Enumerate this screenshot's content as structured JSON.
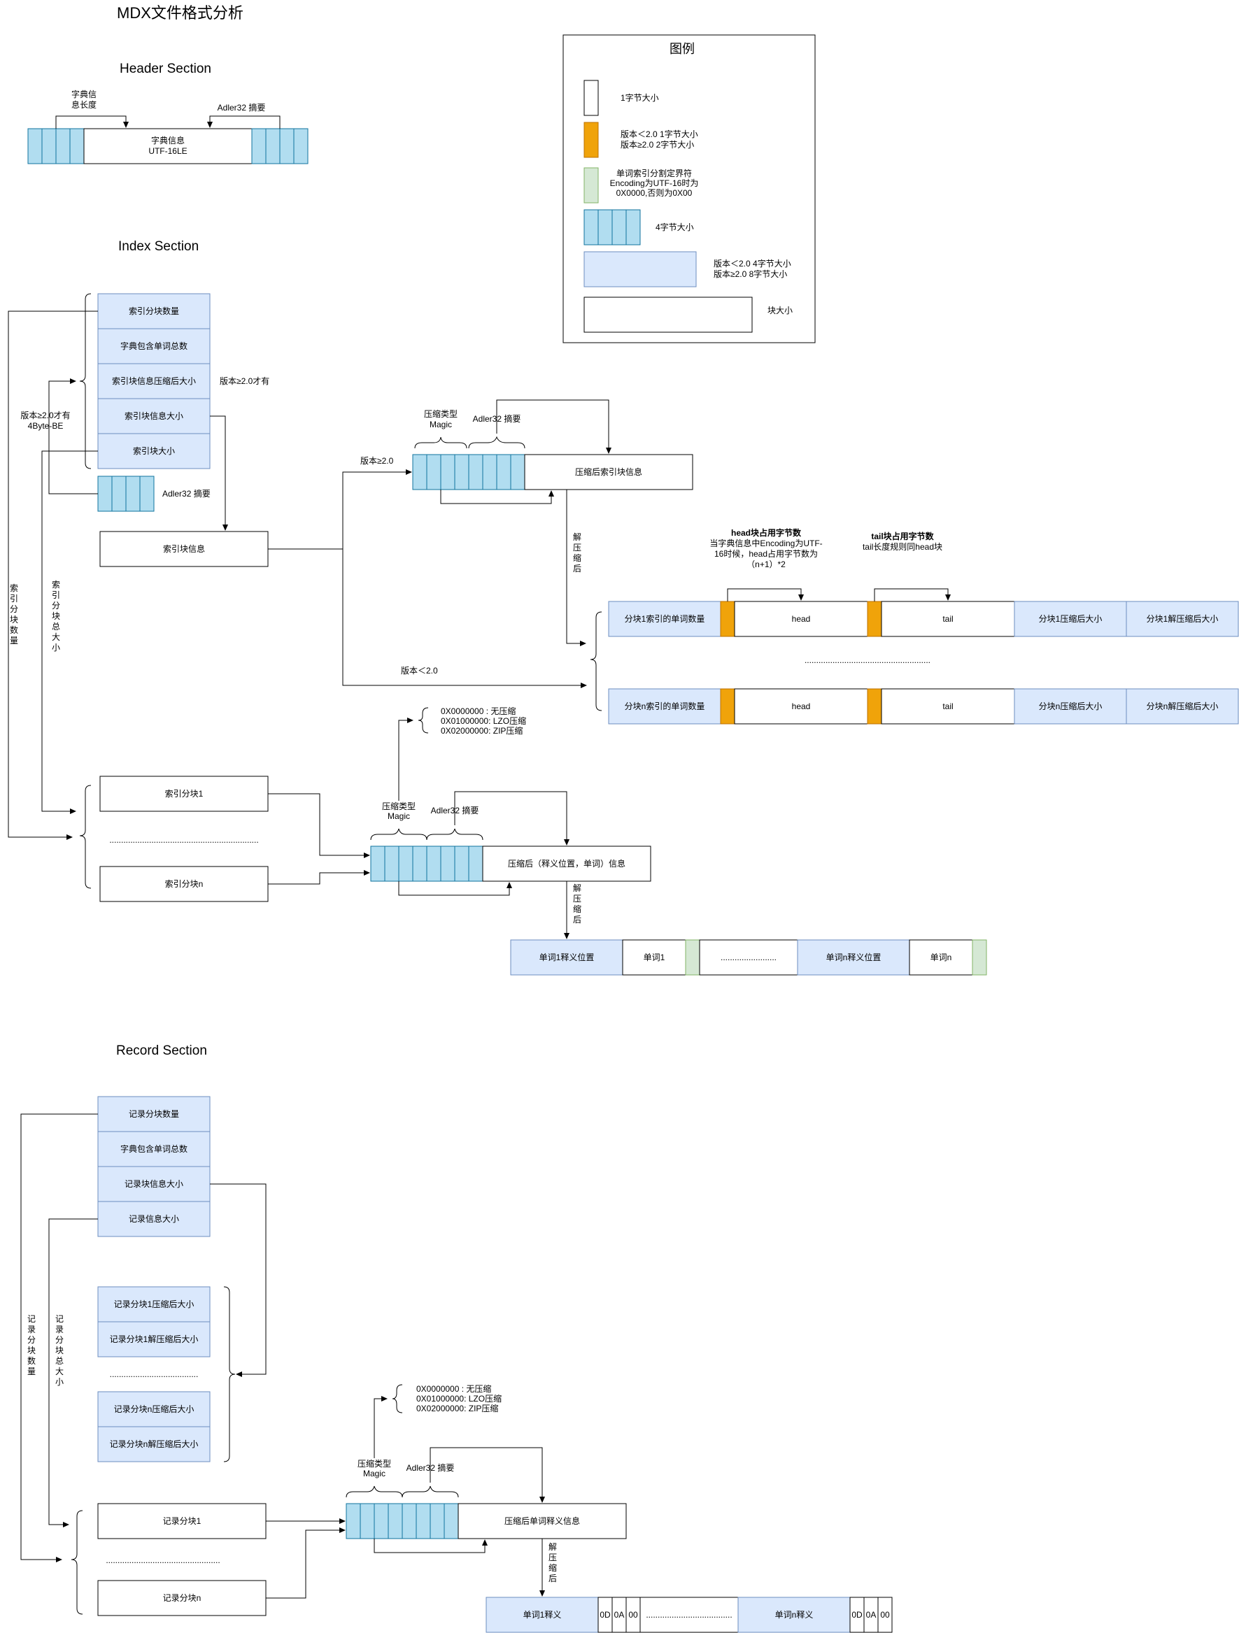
{
  "title": "MDX文件格式分析",
  "sections": {
    "header": "Header Section",
    "index": "Index Section",
    "record": "Record Section"
  },
  "header": {
    "dict_info_len_label_1": "字典信",
    "dict_info_len_label_2": "息长度",
    "adler": "Adler32 摘要",
    "dict_info_1": "字典信息",
    "dict_info_2": "UTF-16LE"
  },
  "legend": {
    "title": "图例",
    "byte1": "1字节大小",
    "orange_1": "版本＜2.0 1字节大小",
    "orange_2": "版本≥2.0 2字节大小",
    "green_1": "单词索引分割定界符",
    "green_2": "Encoding为UTF-16时为",
    "green_3": "0X0000,否则为0X00",
    "byte4": "4字节大小",
    "lightblue_1": "版本＜2.0 4字节大小",
    "lightblue_2": "版本≥2.0 8字节大小",
    "block": "块大小"
  },
  "index": {
    "fields": [
      "索引分块数量",
      "字典包含单词总数",
      "索引块信息压缩后大小",
      "索引块信息大小",
      "索引块大小"
    ],
    "v2_only": "版本≥2.0才有",
    "v2_only_be_1": "版本≥2.0才有",
    "v2_only_be_2": "4Byte-BE",
    "adler": "Adler32 摘要",
    "block_info": "索引块信息",
    "v_ge_2": "版本≥2.0",
    "v_lt_2": "版本＜2.0",
    "comp_type_1": "压缩类型",
    "comp_type_2": "Magic",
    "adler2": "Adler32 摘要",
    "compressed_block_info": "压缩后索引块信息",
    "decompressed": [
      "解",
      "压",
      "缩",
      "后"
    ],
    "head_title": "head块占用字节数",
    "head_desc_1": "当字典信息中Encoding为UTF-",
    "head_desc_2": "16时候，head占用字节数为",
    "head_desc_3": "（n+1）*2",
    "tail_title": "tail块占用字节数",
    "tail_desc": "tail长度规则同head块",
    "row1": [
      "分块1索引的单词数量",
      "head",
      "tail",
      "分块1压缩后大小",
      "分块1解压缩后大小"
    ],
    "rown": [
      "分块n索引的单词数量",
      "head",
      "tail",
      "分块n压缩后大小",
      "分块n解压缩后大小"
    ],
    "dots": "......................................................",
    "chunk_count_vert": [
      "索",
      "引",
      "分",
      "块",
      "数",
      "量"
    ],
    "chunk_total_vert": [
      "索",
      "引",
      "分",
      "块",
      "总",
      "大",
      "小"
    ],
    "chunk1": "索引分块1",
    "chunk_dots": "................................................................",
    "chunkn": "索引分块n",
    "magic_values": [
      "0X0000000 : 无压缩",
      "0X01000000: LZO压缩",
      "0X02000000: ZIP压缩"
    ],
    "comp_type2_1": "压缩类型",
    "comp_type2_2": "Magic",
    "adler3": "Adler32 摘要",
    "compressed_pos_info": "压缩后（释义位置，单词）信息",
    "decompressed2": [
      "解",
      "压",
      "缩",
      "后"
    ],
    "word_row": [
      "单词1释义位置",
      "单词1",
      "........................",
      "单词n释义位置",
      "单词n"
    ]
  },
  "record": {
    "fields": [
      "记录分块数量",
      "字典包含单词总数",
      "记录块信息大小",
      "记录信息大小"
    ],
    "sizes": [
      "记录分块1压缩后大小",
      "记录分块1解压缩后大小",
      "......................................",
      "记录分块n压缩后大小",
      "记录分块n解压缩后大小"
    ],
    "count_vert": [
      "记",
      "录",
      "分",
      "块",
      "数",
      "量"
    ],
    "total_vert": [
      "记",
      "录",
      "分",
      "块",
      "总",
      "大",
      "小"
    ],
    "magic_values": [
      "0X0000000 : 无压缩",
      "0X01000000: LZO压缩",
      "0X02000000: ZIP压缩"
    ],
    "comp_type_1": "压缩类型",
    "comp_type_2": "Magic",
    "adler": "Adler32 摘要",
    "chunk1": "记录分块1",
    "chunk_dots": ".................................................",
    "chunkn": "记录分块n",
    "compressed_info": "压缩后单词释义信息",
    "decompressed": [
      "解",
      "压",
      "缩",
      "后"
    ],
    "def_row": [
      "单词1释义",
      "0D",
      "0A",
      "00",
      ".....................................",
      "单词n释义",
      "0D",
      "0A",
      "00"
    ]
  }
}
